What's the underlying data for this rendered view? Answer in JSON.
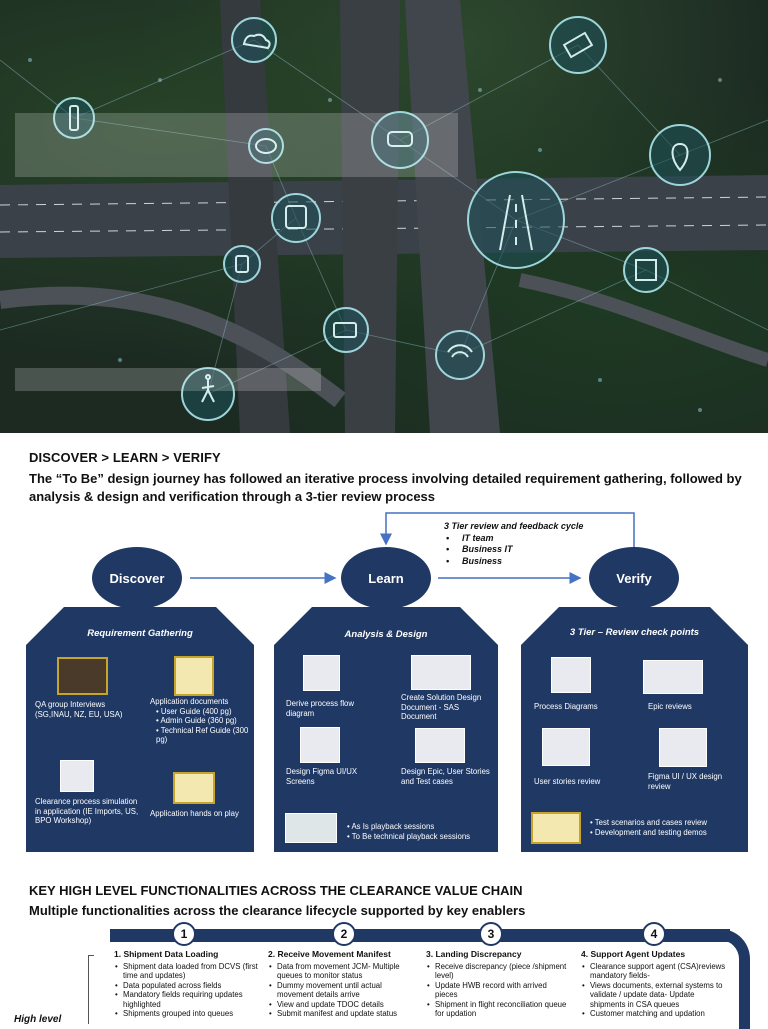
{
  "section1": {
    "heading": "DISCOVER > LEARN > VERIFY",
    "subheading": "The “To Be” design journey has followed an iterative process involving detailed requirement gathering, followed by analysis & design and verification through a 3-tier review process"
  },
  "review_cycle": {
    "title": "3 Tier review and feedback cycle",
    "items": [
      "IT team",
      "Business IT",
      "Business"
    ]
  },
  "stages": {
    "discover": {
      "label": "Discover",
      "panel_title": "Requirement Gathering",
      "qa_interviews": "QA group Interviews (SG,INAU, NZ, EU, USA)",
      "app_docs_title": "Application documents",
      "app_docs": [
        "User Guide (400 pg)",
        "Admin Guide (360 pg)",
        "Technical Ref Guide (300 pg)"
      ],
      "clearance_sim": "Clearance process simulation in application (IE Imports, US, BPO Workshop)",
      "hands_on": "Application hands on play"
    },
    "learn": {
      "label": "Learn",
      "panel_title": "Analysis & Design",
      "process_flow": "Derive process flow diagram",
      "sas_doc": "Create Solution Design Document - SAS Document",
      "figma": "Design Figma UI/UX Screens",
      "epic": "Design Epic, User Stories and Test cases",
      "playback": [
        "As Is playback sessions",
        "To Be technical playback sessions"
      ]
    },
    "verify": {
      "label": "Verify",
      "panel_title": "3 Tier – Review check points",
      "process_diagrams": "Process Diagrams",
      "epic_reviews": "Epic reviews",
      "user_stories": "User stories review",
      "figma_review": "Figma UI / UX design review",
      "tests": [
        "Test scenarios and cases review",
        "Development and testing demos"
      ]
    }
  },
  "section2": {
    "heading": "KEY HIGH LEVEL FUNCTIONALITIES ACROSS THE CLEARANCE VALUE CHAIN",
    "subheading": "Multiple functionalities across the clearance lifecycle supported by key enablers",
    "side_label": "High level"
  },
  "functions": [
    {
      "num": "1",
      "title": "1.  Shipment Data Loading",
      "items": [
        "Shipment data loaded from DCVS (first time and updates)",
        "Data populated across fields",
        "Mandatory fields requiring updates highlighted",
        "Shipments grouped into queues"
      ]
    },
    {
      "num": "2",
      "title": "2.  Receive Movement Manifest",
      "items": [
        "Data from movement JCM- Multiple queues to monitor status",
        "Dummy movement until actual movement details arrive",
        "View and update TDOC details",
        "Submit manifest and update status"
      ]
    },
    {
      "num": "3",
      "title": "3.  Landing Discrepancy",
      "items": [
        "Receive discrepancy (piece /shipment level)",
        "Update HWB record with arrived pieces",
        "Shipment in flight reconciliation queue for updation"
      ]
    },
    {
      "num": "4",
      "title": "4.  Support Agent Updates",
      "items": [
        "Clearance support agent (CSA)reviews mandatory fields-",
        "Views documents, external systems to validate / update data- Update shipments in CSA queues",
        "Customer matching and updation"
      ]
    }
  ]
}
